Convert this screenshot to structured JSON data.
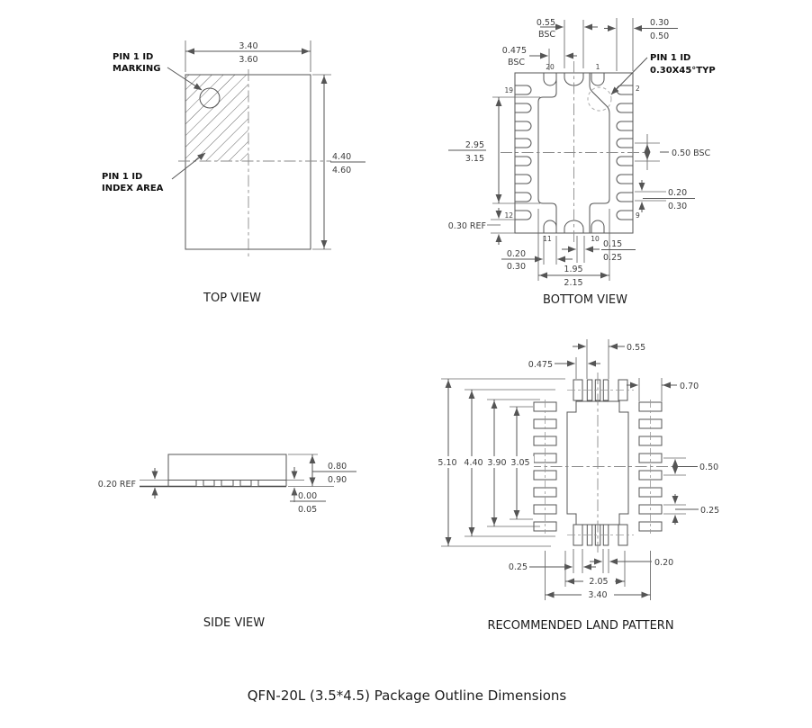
{
  "caption": "QFN-20L (3.5*4.5) Package Outline Dimensions",
  "top_view": {
    "label": "TOP VIEW",
    "pin1_marking_line1": "PIN 1 ID",
    "pin1_marking_line2": "MARKING",
    "pin1_index_line1": "PIN 1 ID",
    "pin1_index_line2": "INDEX AREA",
    "body_width_min": "3.40",
    "body_width_max": "3.60",
    "body_height_min": "4.40",
    "body_height_max": "4.60"
  },
  "bottom_view": {
    "label": "BOTTOM VIEW",
    "pin1_id_line1": "PIN 1 ID",
    "pin1_id_line2": "0.30X45°TYP",
    "center_slot_width": "0.55",
    "center_slot_width_unit": "BSC",
    "slot_offset": "0.475",
    "slot_offset_unit": "BSC",
    "lead_length_min": "0.30",
    "lead_length_max": "0.50",
    "pad_height_min": "2.95",
    "pad_height_max": "3.15",
    "lead_pitch": "0.50 BSC",
    "lead_width_min": "0.20",
    "lead_width_max": "0.30",
    "edge_gap_ref": "0.30 REF",
    "bottom_lead_width_min": "0.20",
    "bottom_lead_width_max": "0.30",
    "pad_width_min": "1.95",
    "pad_width_max": "2.15",
    "tie_bar_min": "0.15",
    "tie_bar_max": "0.25",
    "pins": {
      "p20": "20",
      "p1": "1",
      "p19": "19",
      "p2": "2",
      "p12": "12",
      "p9": "9",
      "p11": "11",
      "p10": "10"
    }
  },
  "side_view": {
    "label": "SIDE VIEW",
    "lead_thickness_ref": "0.20 REF",
    "height_min": "0.80",
    "height_max": "0.90",
    "standoff_min": "0.00",
    "standoff_max": "0.05"
  },
  "land_pattern": {
    "label": "RECOMMENDED LAND PATTERN",
    "center_slot_width": "0.55",
    "slot_offset": "0.475",
    "pad_length": "0.70",
    "outer_height": "5.10",
    "inner_height_1": "4.40",
    "inner_height_2": "3.90",
    "inner_height_3": "3.05",
    "pad_pitch": "0.50",
    "pad_width": "0.25",
    "bottom_pad_width": "0.25",
    "strip_width": "0.20",
    "center_width": "2.05",
    "row_span": "3.40"
  }
}
